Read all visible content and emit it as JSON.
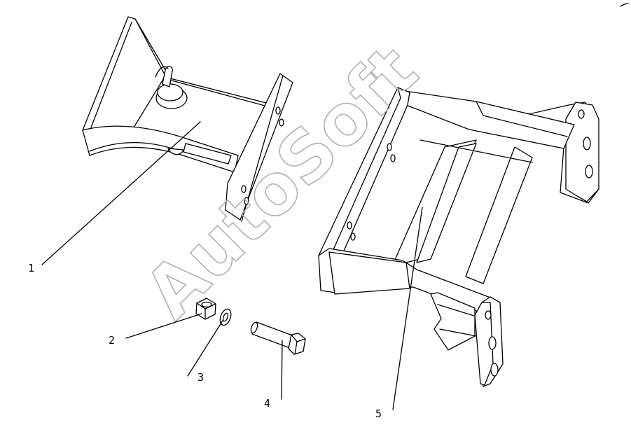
{
  "watermark": "AutoSoft",
  "callouts": [
    {
      "id": "1",
      "label": "1"
    },
    {
      "id": "2",
      "label": "2"
    },
    {
      "id": "3",
      "label": "3"
    },
    {
      "id": "4",
      "label": "4"
    },
    {
      "id": "5",
      "label": "5"
    }
  ],
  "colors": {
    "line": "#000000",
    "background": "#ffffff",
    "watermark": "#b0b0b0"
  }
}
